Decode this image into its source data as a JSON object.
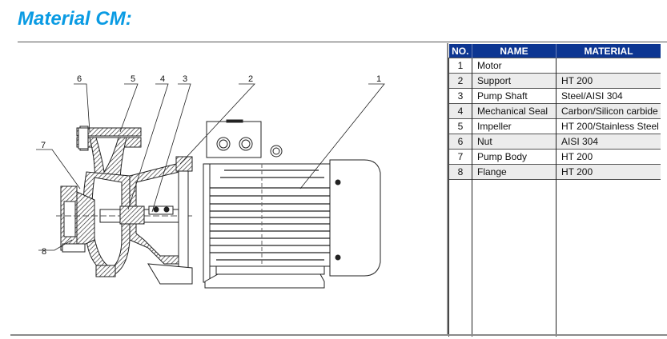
{
  "page": {
    "title": "Material CM:"
  },
  "diagram": {
    "callouts": [
      "1",
      "2",
      "3",
      "4",
      "5",
      "6",
      "7",
      "8"
    ],
    "subject": "centrifugal pump with motor, sectional view"
  },
  "parts_table": {
    "headers": [
      "NO.",
      "NAME",
      "MATERIAL"
    ],
    "header_color": "#0d3692",
    "rows": [
      {
        "no": "1",
        "name": "Motor",
        "material": ""
      },
      {
        "no": "2",
        "name": "Support",
        "material": "HT 200"
      },
      {
        "no": "3",
        "name": "Pump Shaft",
        "material": "Steel/AISI 304"
      },
      {
        "no": "4",
        "name": "Mechanical Seal",
        "material": "Carbon/Silicon carbide"
      },
      {
        "no": "5",
        "name": "Impeller",
        "material": "HT 200/Stainless Steel"
      },
      {
        "no": "6",
        "name": "Nut",
        "material": "AISI 304"
      },
      {
        "no": "7",
        "name": "Pump Body",
        "material": "HT 200"
      },
      {
        "no": "8",
        "name": "Flange",
        "material": "HT 200"
      }
    ]
  },
  "colors": {
    "title": "#0a9be3",
    "row_alt": "#ececec"
  }
}
